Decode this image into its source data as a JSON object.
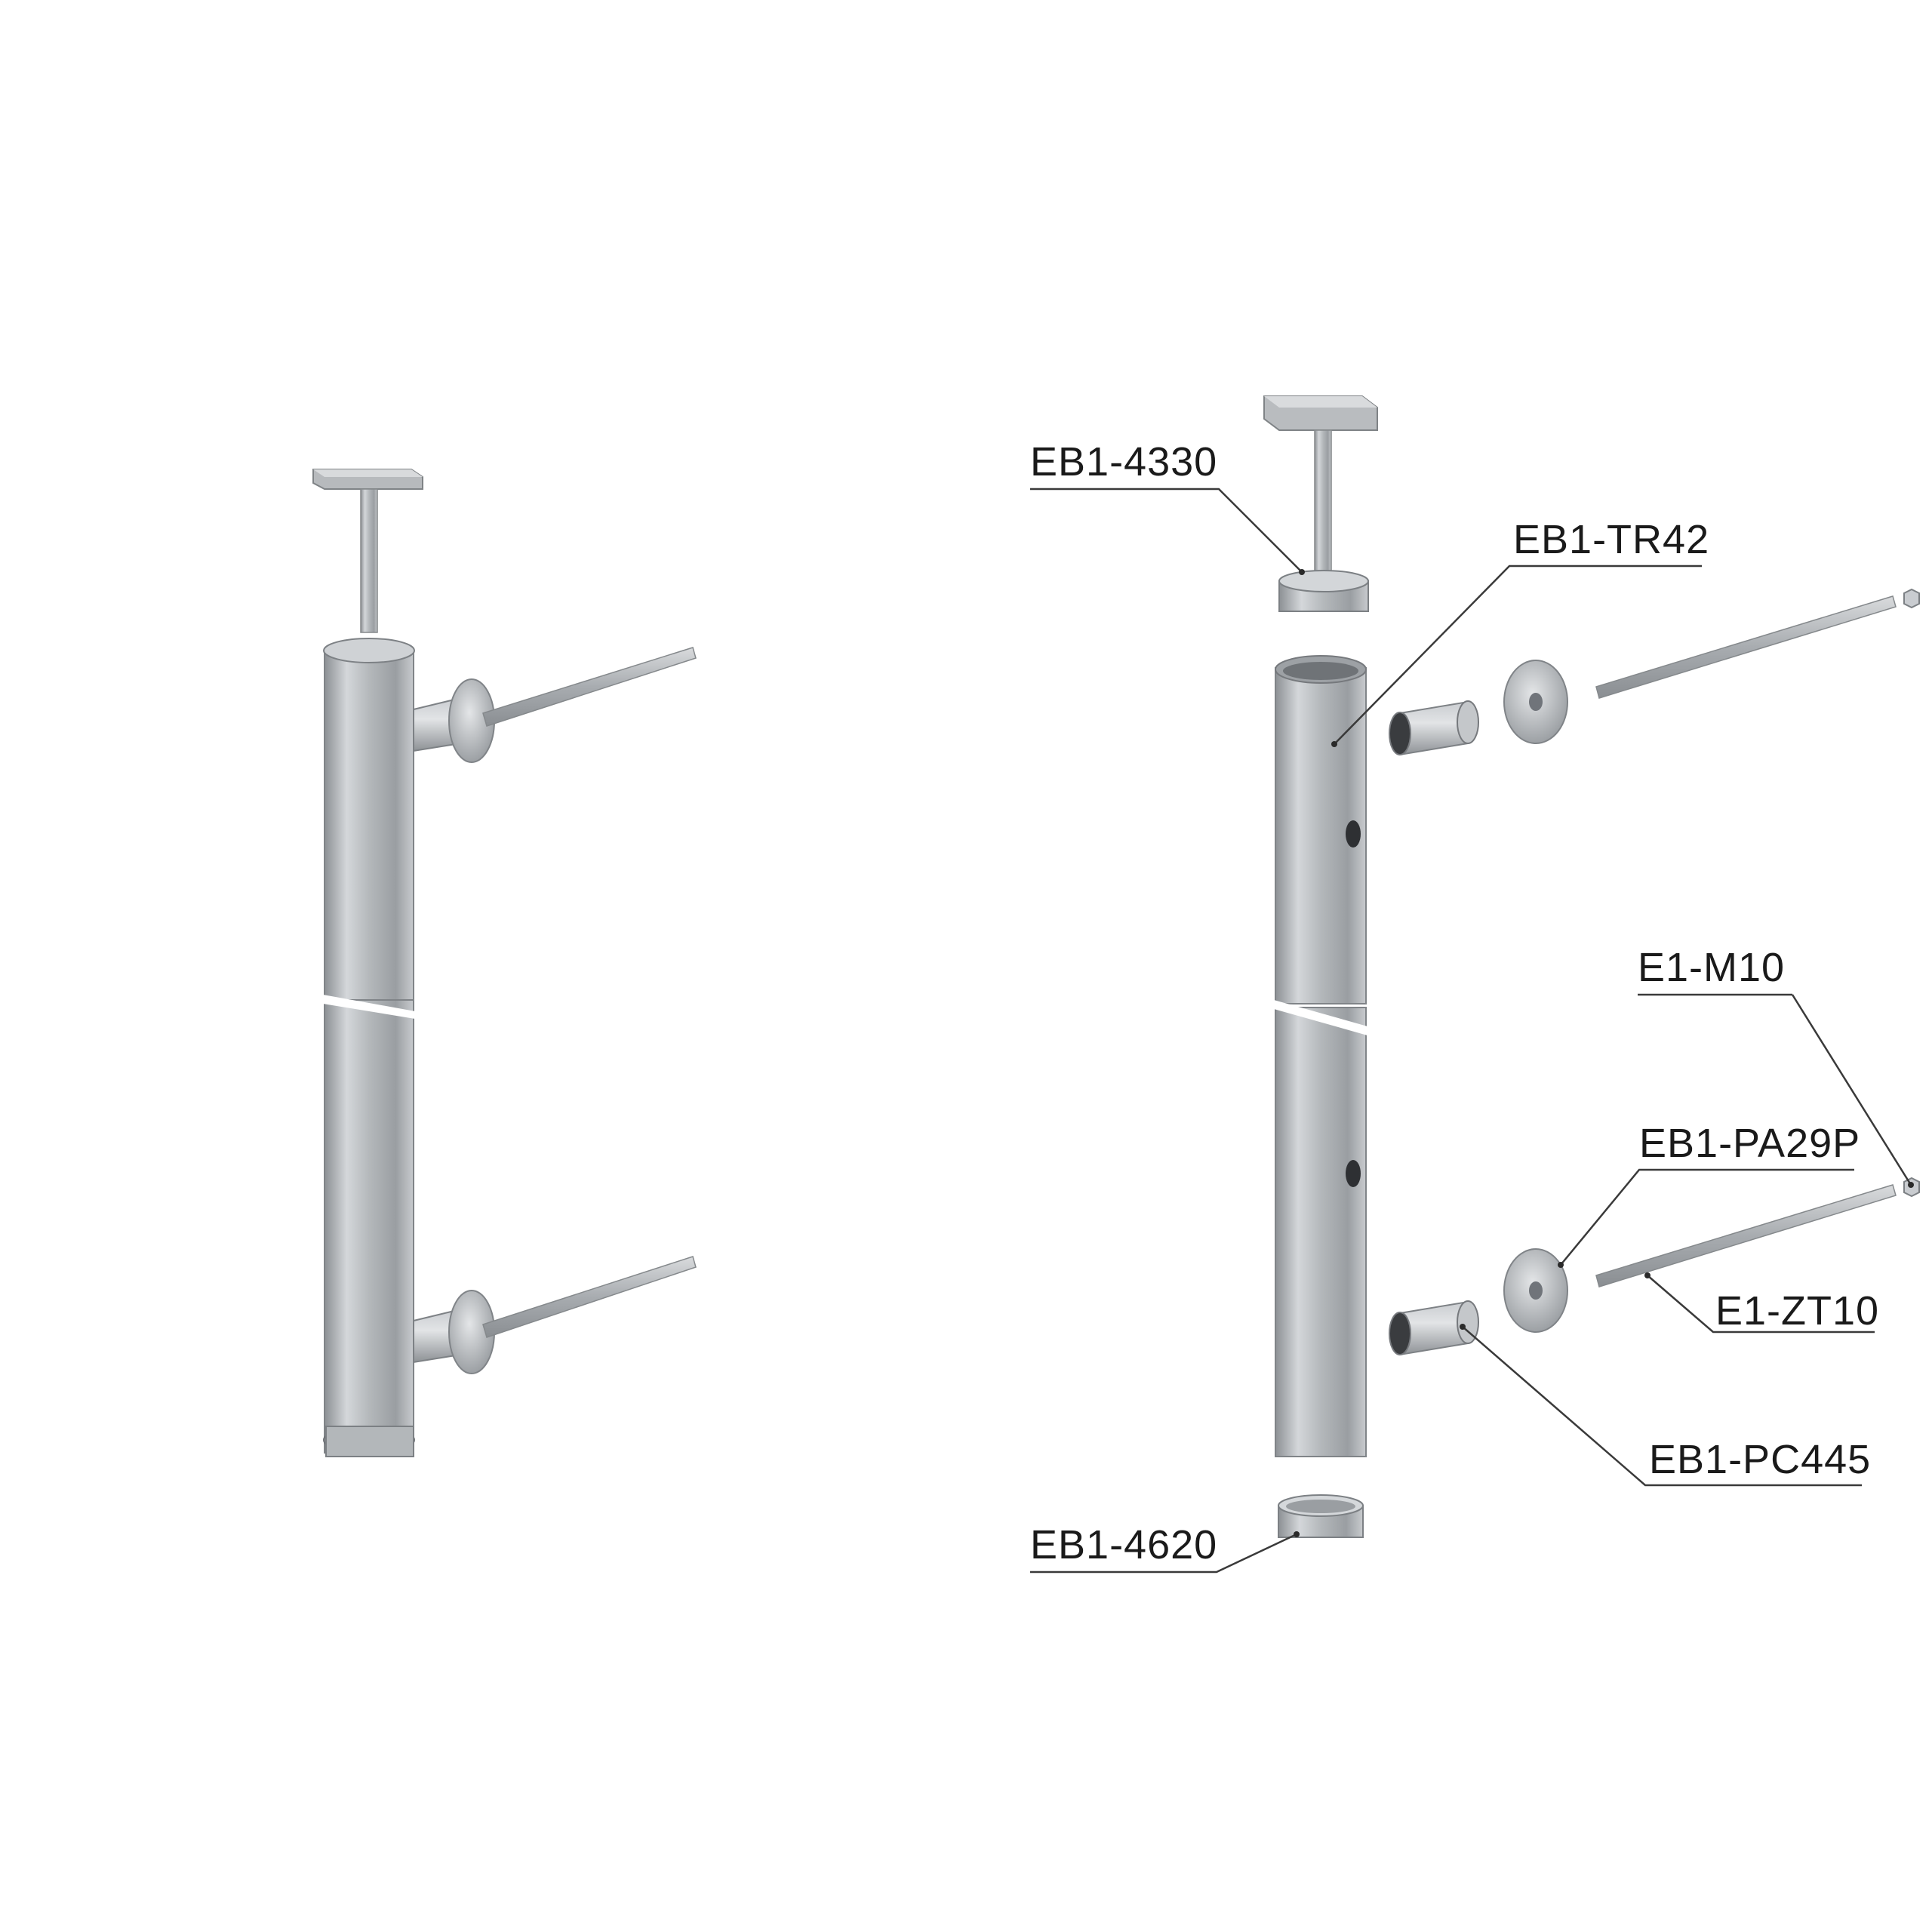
{
  "diagram": {
    "labels": {
      "handrail_bracket": "EB1-4330",
      "tube": "EB1-TR42",
      "nut": "E1-M10",
      "disc": "EB1-PA29P",
      "threaded_rod": "E1-ZT10",
      "spacer_tube": "EB1-PC445",
      "end_cap": "EB1-4620"
    }
  }
}
